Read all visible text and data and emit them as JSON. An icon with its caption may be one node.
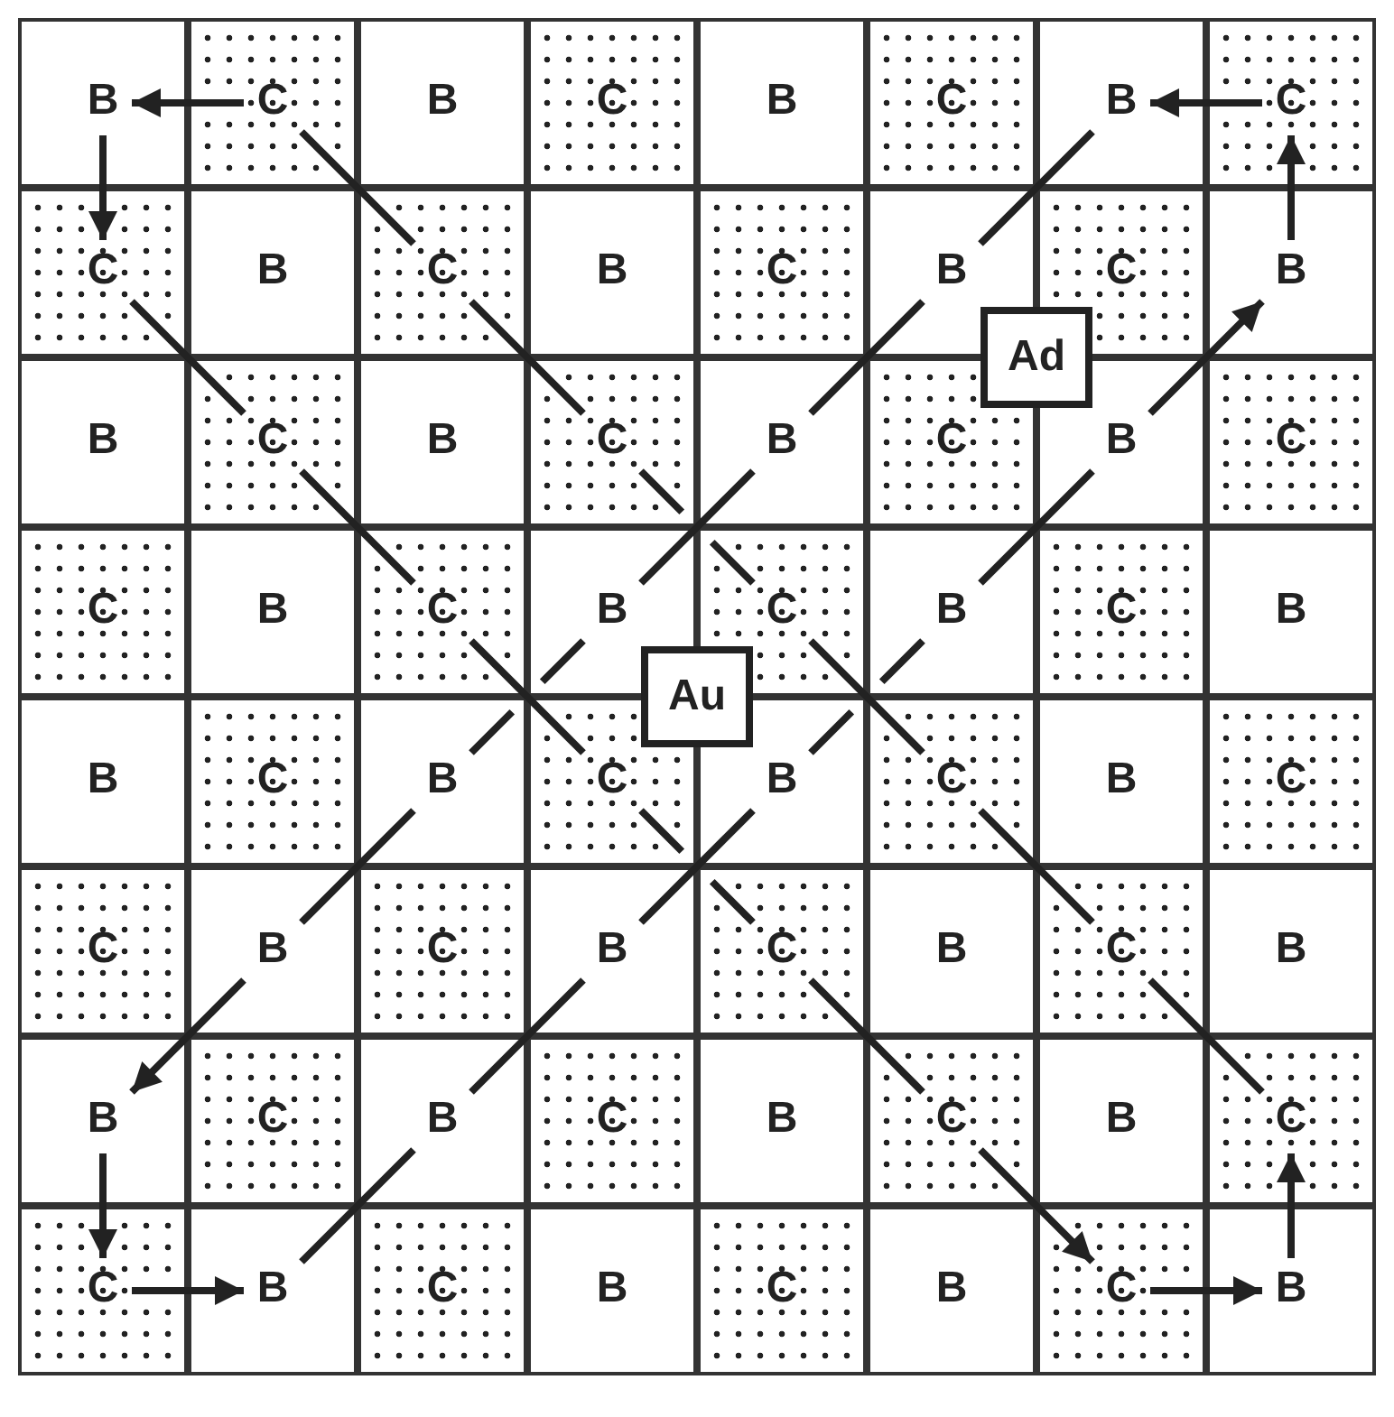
{
  "diagram": {
    "nodes": [
      {
        "text": [
          "B"
        ]
      },
      {
        "text": [
          "C"
        ]
      },
      {
        "text": [
          "B"
        ]
      },
      {
        "text": [
          "C"
        ]
      },
      {
        "text": [
          "B"
        ]
      },
      {
        "text": [
          "C"
        ]
      },
      {
        "text": [
          "B"
        ]
      },
      {
        "text": [
          "C"
        ]
      },
      {
        "text": [
          "C"
        ]
      },
      {
        "text": [
          "B"
        ]
      },
      {
        "text": [
          "C"
        ]
      },
      {
        "text": [
          "B"
        ]
      },
      {
        "text": [
          "C"
        ]
      },
      {
        "text": [
          "B"
        ]
      },
      {
        "text": [
          "C"
        ]
      },
      {
        "text": [
          "B"
        ]
      },
      {
        "text": [
          "B"
        ]
      },
      {
        "text": [
          "C"
        ]
      },
      {
        "text": [
          "B"
        ]
      },
      {
        "text": [
          "C"
        ]
      },
      {
        "text": [
          "B"
        ]
      },
      {
        "text": [
          "C"
        ]
      },
      {
        "text": [
          "B"
        ]
      },
      {
        "text": [
          "C"
        ]
      },
      {
        "text": [
          "C"
        ]
      },
      {
        "text": [
          "B"
        ]
      },
      {
        "text": [
          "C"
        ]
      },
      {
        "text": [
          "B"
        ]
      },
      {
        "text": [
          "C"
        ]
      },
      {
        "text": [
          "B"
        ]
      },
      {
        "text": [
          "C"
        ]
      },
      {
        "text": [
          "B"
        ]
      },
      {
        "text": [
          "B"
        ]
      },
      {
        "text": [
          "C"
        ]
      },
      {
        "text": [
          "B"
        ]
      },
      {
        "text": [
          "C"
        ]
      },
      {
        "text": [
          "B"
        ]
      },
      {
        "text": [
          "C"
        ]
      },
      {
        "text": [
          "B"
        ]
      },
      {
        "text": [
          "C"
        ]
      },
      {
        "text": [
          "C"
        ]
      },
      {
        "text": [
          "B"
        ]
      },
      {
        "text": [
          "C"
        ]
      },
      {
        "text": [
          "B"
        ]
      },
      {
        "text": [
          "C"
        ]
      },
      {
        "text": [
          "B"
        ]
      },
      {
        "text": [
          "C"
        ]
      },
      {
        "text": [
          "B"
        ]
      },
      {
        "text": [
          "B"
        ]
      },
      {
        "text": [
          "C"
        ]
      },
      {
        "text": [
          "B"
        ]
      },
      {
        "text": [
          "C"
        ]
      },
      {
        "text": [
          "B"
        ]
      },
      {
        "text": [
          "C"
        ]
      },
      {
        "text": [
          "B"
        ]
      },
      {
        "text": [
          "C"
        ]
      },
      {
        "text": [
          "C"
        ]
      },
      {
        "text": [
          "B"
        ]
      },
      {
        "text": [
          "C"
        ]
      },
      {
        "text": [
          "B"
        ]
      },
      {
        "text": [
          "C"
        ]
      },
      {
        "text": [
          "B"
        ]
      },
      {
        "text": [
          "C"
        ]
      },
      {
        "text": [
          "B"
        ]
      },
      {
        "text": [
          "Ad"
        ]
      },
      {
        "text": [
          "Au"
        ]
      }
    ],
    "edges": [
      {
        "from": 19,
        "to": 10,
        "arrow": "none"
      },
      {
        "from": 10,
        "to": 1,
        "arrow": "none"
      },
      {
        "from": 1,
        "to": 0,
        "arrow": "to"
      },
      {
        "from": 0,
        "to": 8,
        "arrow": "to"
      },
      {
        "from": 8,
        "to": 17,
        "arrow": "none"
      },
      {
        "from": 17,
        "to": 26,
        "arrow": "none"
      },
      {
        "from": 26,
        "to": 35,
        "arrow": "none"
      },
      {
        "from": 19,
        "to": null,
        "arrow": "none"
      },
      {
        "from": 35,
        "to": null,
        "arrow": "none"
      },
      {
        "from": 27,
        "to": 20,
        "arrow": "none"
      },
      {
        "from": 20,
        "to": 13,
        "arrow": "none"
      },
      {
        "from": 13,
        "to": 6,
        "arrow": "none"
      },
      {
        "from": 7,
        "to": 6,
        "arrow": "to"
      },
      {
        "from": 15,
        "to": 7,
        "arrow": "to"
      },
      {
        "from": 22,
        "to": 15,
        "arrow": "to"
      },
      {
        "from": 29,
        "to": 22,
        "arrow": "none"
      },
      {
        "from": 27,
        "to": null,
        "arrow": "none"
      },
      {
        "from": 29,
        "to": null,
        "arrow": "none"
      },
      {
        "from": 34,
        "to": null,
        "arrow": "none"
      },
      {
        "from": 34,
        "to": 41,
        "arrow": "none"
      },
      {
        "from": 41,
        "to": 48,
        "arrow": "to"
      },
      {
        "from": 48,
        "to": 56,
        "arrow": "to"
      },
      {
        "from": 56,
        "to": 57,
        "arrow": "to"
      },
      {
        "from": 57,
        "to": 50,
        "arrow": "none"
      },
      {
        "from": 50,
        "to": 43,
        "arrow": "none"
      },
      {
        "from": 43,
        "to": 36,
        "arrow": "none"
      },
      {
        "from": 36,
        "to": null,
        "arrow": "none"
      },
      {
        "from": 28,
        "to": null,
        "arrow": "none"
      },
      {
        "from": 28,
        "to": 37,
        "arrow": "none"
      },
      {
        "from": 37,
        "to": 46,
        "arrow": "none"
      },
      {
        "from": 46,
        "to": 55,
        "arrow": "none"
      },
      {
        "from": 63,
        "to": 55,
        "arrow": "to"
      },
      {
        "from": 62,
        "to": 63,
        "arrow": "to"
      },
      {
        "from": 53,
        "to": 62,
        "arrow": "to"
      },
      {
        "from": 44,
        "to": 53,
        "arrow": "none"
      },
      {
        "from": 44,
        "to": null,
        "arrow": "none"
      }
    ]
  }
}
